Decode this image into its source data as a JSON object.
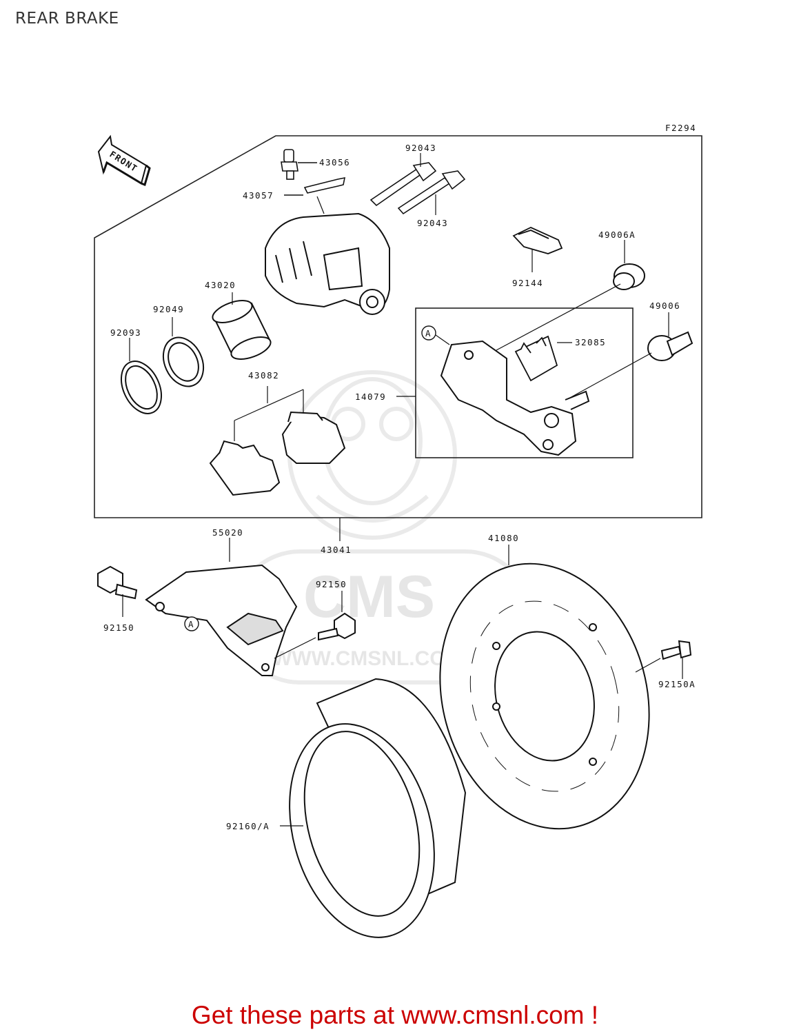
{
  "title": "REAR BRAKE",
  "figure_code": "F2294",
  "front_arrow_label": "FRONT",
  "callout_marker": "A",
  "watermark": {
    "brand": "CMS",
    "url": "WWW.CMSNL.COM"
  },
  "cta": {
    "text": "Get these parts at www.cmsnl.com !",
    "color": "#cc0000"
  },
  "parts": {
    "p43056": "43056",
    "p43057": "43057",
    "p92043a": "92043",
    "p92043b": "92043",
    "p92144": "92144",
    "p49006A": "49006A",
    "p49006": "49006",
    "p43020": "43020",
    "p92049": "92049",
    "p92093": "92093",
    "p32085": "32085",
    "p14079": "14079",
    "p43082": "43082",
    "p43041": "43041",
    "p55020": "55020",
    "p41080": "41080",
    "p92150a": "92150",
    "p92150b": "92150",
    "p92150A": "92150A",
    "p92160A": "92160/A"
  }
}
